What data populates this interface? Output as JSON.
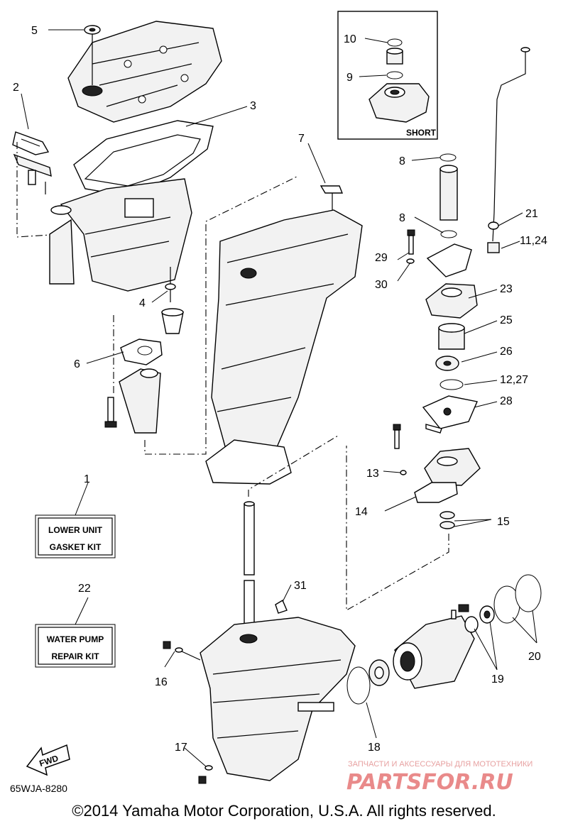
{
  "callouts": {
    "c1": "1",
    "c2": "2",
    "c3": "3",
    "c4": "4",
    "c5": "5",
    "c6": "6",
    "c7": "7",
    "c8a": "8",
    "c8b": "8",
    "c9": "9",
    "c10": "10",
    "c11_24": "11,24",
    "c12_27": "12,27",
    "c13": "13",
    "c14": "14",
    "c15": "15",
    "c16": "16",
    "c17": "17",
    "c18": "18",
    "c19": "19",
    "c20": "20",
    "c21": "21",
    "c22": "22",
    "c23": "23",
    "c25": "25",
    "c26": "26",
    "c28": "28",
    "c29": "29",
    "c30": "30",
    "c31": "31"
  },
  "inset": {
    "label": "SHORT"
  },
  "kits": {
    "lower_unit_line1": "LOWER UNIT",
    "lower_unit_line2": "GASKET KIT",
    "water_pump_line1": "WATER PUMP",
    "water_pump_line2": "REPAIR KIT"
  },
  "fwd_label": "FWD",
  "diagram_code": "65WJA-8280",
  "copyright": "©2014 Yamaha Motor Corporation, U.S.A. All rights reserved.",
  "watermark": {
    "tagline": "ЗАПЧАСТИ И АКСЕССУАРЫ ДЛЯ МОТОТЕХНИКИ",
    "brand": "PARTSFOR.RU"
  }
}
